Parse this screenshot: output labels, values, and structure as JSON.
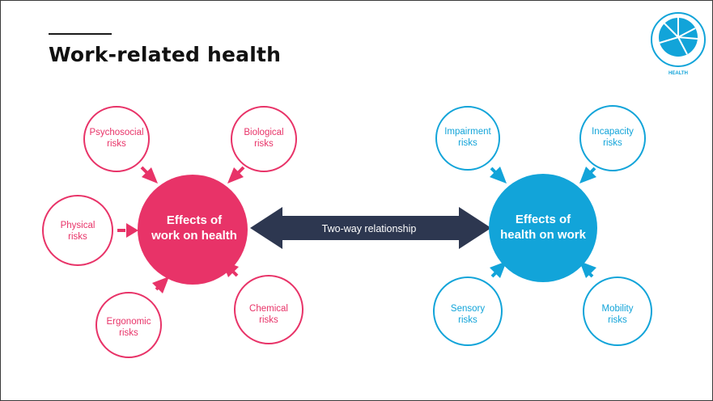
{
  "slide": {
    "title": "Work-related health"
  },
  "badge": {
    "label": "HEALTH",
    "icon": "pie-chart-icon"
  },
  "colors": {
    "work": "#e83368",
    "health": "#12a4d9",
    "arrow": "#2d3750",
    "title": "#111111"
  },
  "diagram": {
    "work_hub": {
      "line1": "Effects of",
      "line2": "work on health"
    },
    "health_hub": {
      "line1": "Effects of",
      "line2": "health on work"
    },
    "relationship": {
      "label": "Two-way relationship"
    },
    "work_risks": [
      {
        "line1": "Psychosocial",
        "line2": "risks"
      },
      {
        "line1": "Biological",
        "line2": "risks"
      },
      {
        "line1": "Physical",
        "line2": "risks"
      },
      {
        "line1": "Ergonomic",
        "line2": "risks"
      },
      {
        "line1": "Chemical",
        "line2": "risks"
      }
    ],
    "health_risks": [
      {
        "line1": "Impairment",
        "line2": "risks"
      },
      {
        "line1": "Incapacity",
        "line2": "risks"
      },
      {
        "line1": "Sensory",
        "line2": "risks"
      },
      {
        "line1": "Mobility",
        "line2": "risks"
      }
    ]
  }
}
